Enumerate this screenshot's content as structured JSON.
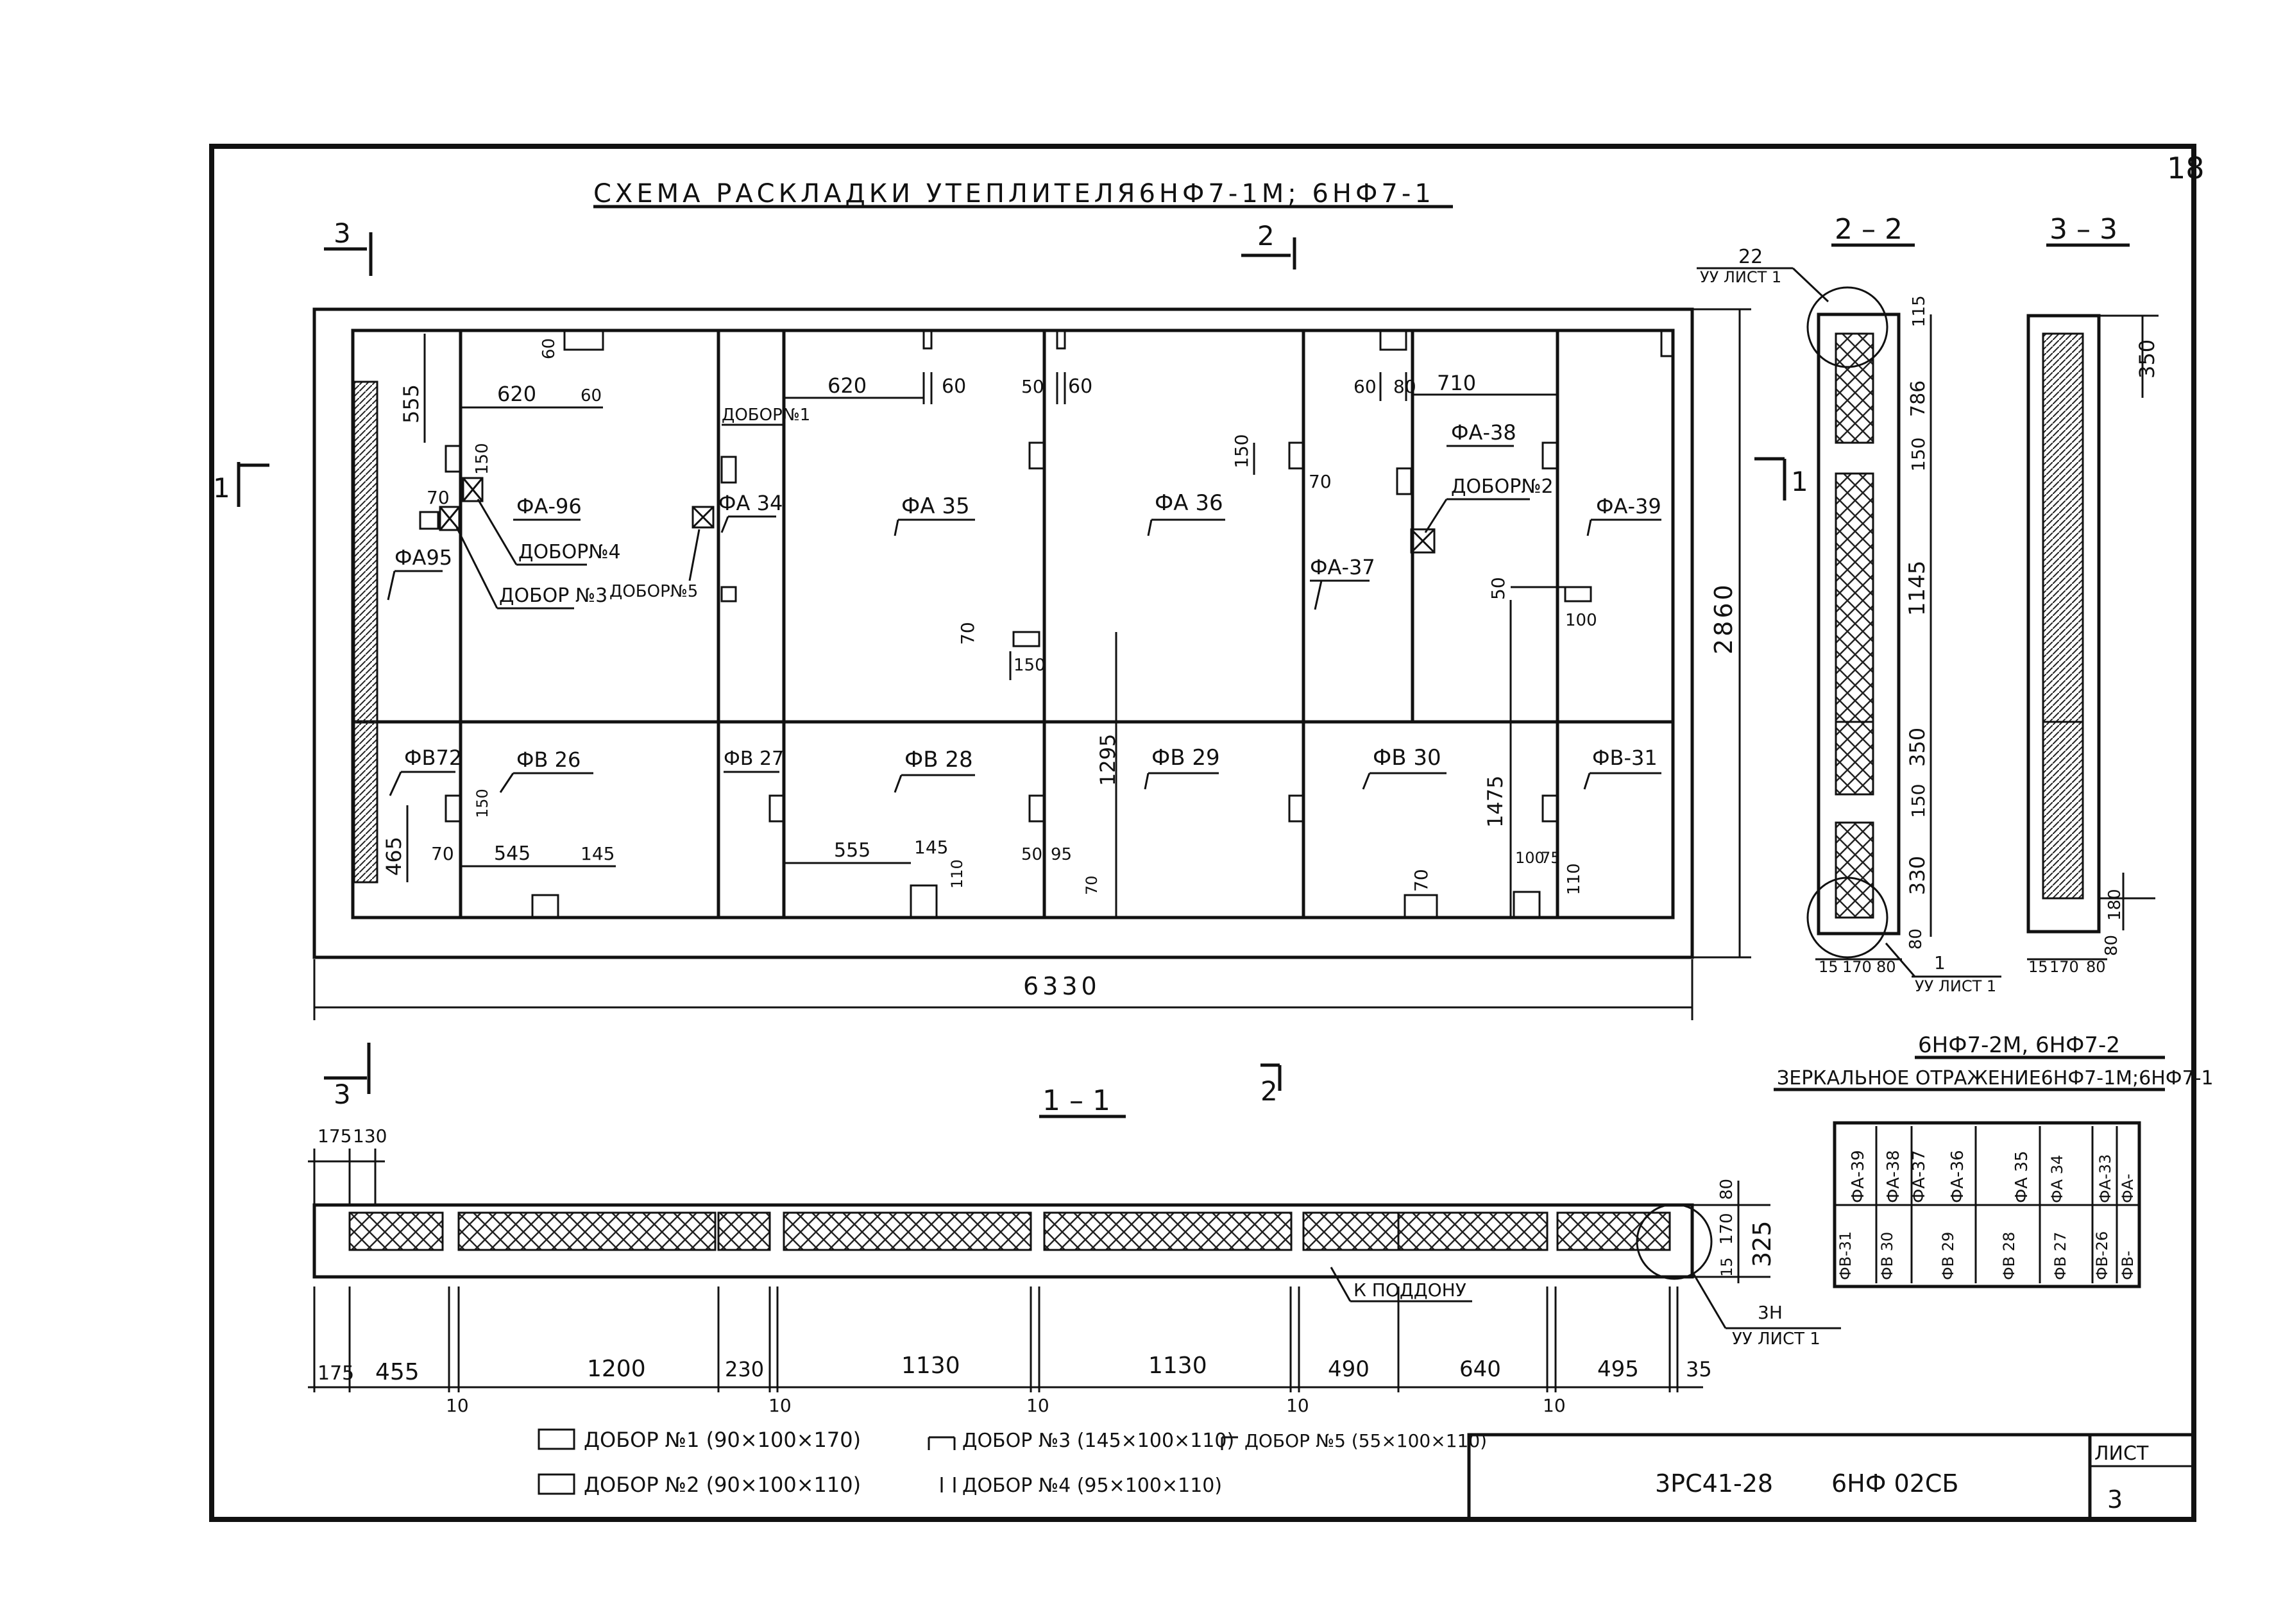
{
  "sheet": {
    "page_number": "18",
    "doc_code": "3РС41-28",
    "doc_mark": "6НФ 02СБ",
    "sheet_label": "ЛИСТ",
    "sheet_number": "3"
  },
  "plan": {
    "title": "СХЕМА РАСКЛАДКИ УТЕПЛИТЕЛЯ6НФ7-1М; 6НФ7-1",
    "section_marks": {
      "s3_top": "3",
      "s2_top": "2",
      "s1_left": "1",
      "s1_right": "1",
      "s3_bottom": "3",
      "s2_bottom": "2"
    },
    "overall_width": "6330",
    "overall_height": "2860",
    "panel_labels": {
      "fa95": "ФА95",
      "fa96": "ФА-96",
      "fa34": "ФА 34",
      "fa35": "ФА 35",
      "fa36": "ФА 36",
      "fa37": "ФА-37",
      "fa38": "ФА-38",
      "fa39": "ФА-39",
      "fb72": "ФВ72",
      "fb26": "ФВ 26",
      "fb27": "ФВ 27",
      "fb28": "ФВ 28",
      "fb29": "ФВ 29",
      "fb30": "ФВ 30",
      "fb31": "ФВ-31"
    },
    "dobor_labels": {
      "n1": "ДОБОР№1",
      "n2": "ДОБОР№2",
      "n3": "ДОБОР №3",
      "n4": "ДОБОР№4",
      "n5": "ДОБОР№5"
    },
    "dims": {
      "d555": "555",
      "d620a": "620",
      "d60a": "60",
      "d60b": "60",
      "d620b": "620",
      "d60c": "60",
      "d50a": "50",
      "d60d": "60",
      "d60e": "60",
      "d80": "80",
      "d710": "710",
      "d150a": "150",
      "d70a": "70",
      "d150b": "150",
      "d70b": "70",
      "d70c": "70",
      "d150c": "150",
      "d1295": "1295",
      "d1475": "1475",
      "d50b": "50",
      "d100": "100",
      "d465": "465",
      "d70d": "70",
      "d545": "545",
      "d145a": "145",
      "d555b": "555",
      "d145b": "145",
      "d110a": "110",
      "d50c": "50",
      "d95": "95",
      "d70e": "70",
      "d70f": "70",
      "d100b": "100",
      "d75": "75",
      "d110b": "110",
      "d150d": "150"
    }
  },
  "section22": {
    "title": "2 – 2",
    "callout_top_num": "22",
    "callout_top_ref": "УУ ЛИСТ 1",
    "callout_bottom_num": "1",
    "callout_bottom_ref": "УУ ЛИСТ 1",
    "v_dims": [
      "115",
      "786",
      "150",
      "1145",
      "350",
      "150",
      "330",
      "80"
    ],
    "h_dims": [
      "15",
      "170",
      "80"
    ]
  },
  "section33": {
    "title": "3 – 3",
    "v_dims": [
      "350",
      "180",
      "80"
    ],
    "h_dims": [
      "15",
      "170",
      "80"
    ]
  },
  "mirror": {
    "title": "6НФ7-2М, 6НФ7-2",
    "subtitle": "ЗЕРКАЛЬНОЕ ОТРАЖЕНИЕ6НФ7-1М;6НФ7-1",
    "top_labels": [
      "ФА-39",
      "ФА-38",
      "ФА-37",
      "ФА-36",
      "ФА 35",
      "ФА 34",
      "ФА-33",
      "ФА-"
    ],
    "bottom_labels": [
      "ФВ-31",
      "ФВ 30",
      "ФВ 29",
      "ФВ 28",
      "ФВ 27",
      "ФВ-26",
      "ФВ-"
    ]
  },
  "section11": {
    "title": "1 – 1",
    "top_dims": [
      "175",
      "130"
    ],
    "right_dims": [
      "80",
      "170",
      "15",
      "325"
    ],
    "note_podonu": "К ПОДДОНУ",
    "callout_num": "3Н",
    "callout_ref": "УУ ЛИСТ 1",
    "bottom_dims": [
      "175",
      "455",
      "1200",
      "230",
      "1130",
      "1130",
      "490",
      "640",
      "495",
      "35"
    ],
    "gap_dims": [
      "10",
      "10",
      "10",
      "10",
      "10"
    ]
  },
  "legend": {
    "items": [
      "ДОБОР №1 (90×100×170)",
      "ДОБОР №2 (90×100×110)",
      "ДОБОР №3 (145×100×110)",
      "ДОБОР №4 (95×100×110)",
      "ДОБОР №5 (55×100×110)"
    ]
  }
}
